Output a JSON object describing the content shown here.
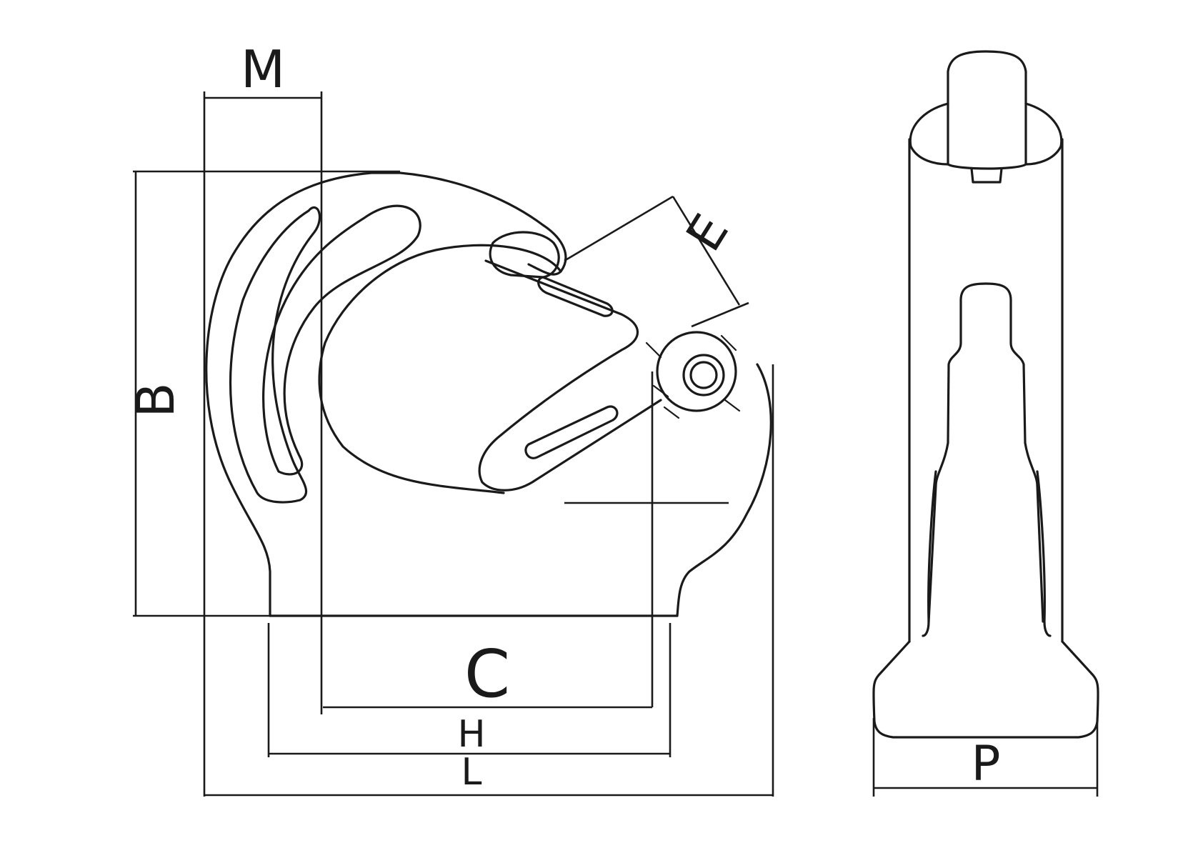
{
  "labels": {
    "M": "M",
    "B": "B",
    "E": "E",
    "C": "C",
    "H": "H",
    "L": "L",
    "P": "P"
  },
  "colors": {
    "line": "#1a1a1a",
    "background": "#ffffff"
  }
}
